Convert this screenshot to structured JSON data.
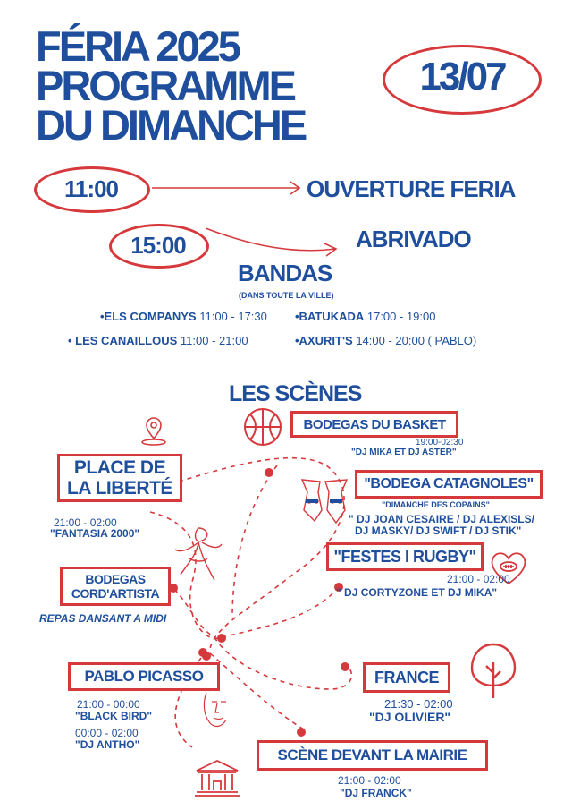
{
  "header": {
    "title_line1": "FÉRIA 2025",
    "title_line2": "PROGRAMME",
    "title_line3": "DU DIMANCHE",
    "date": "13/07"
  },
  "schedule": [
    {
      "time": "11:00",
      "event": "OUVERTURE FERIA"
    },
    {
      "time": "15:00",
      "event": "ABRIVADO"
    }
  ],
  "bandas": {
    "title": "BANDAS",
    "subtitle": "(DANS TOUTE LA VILLE)",
    "items": [
      {
        "name": "•ELS COMPANYS",
        "hours": " 11:00 - 17:30"
      },
      {
        "name": "•BATUKADA",
        "hours": " 17:00 - 19:00"
      },
      {
        "name": "• LES CANAILLOUS",
        "hours": "  11:00 - 21:00"
      },
      {
        "name": "•AXURIT'S",
        "hours": " 14:00 - 20:00 ( PABLO)"
      }
    ]
  },
  "scenes": {
    "title": "LES SCÈNES",
    "venues": [
      {
        "name": "BODEGAS DU BASKET",
        "time": "19:00-02:30",
        "djs": "\"DJ MIKA ET DJ ASTER\""
      },
      {
        "name": "PLACE DE LA LIBERTÉ",
        "time": "21:00 - 02:00",
        "djs": "\"FANTASIA 2000\""
      },
      {
        "name": "\"BODEGA CATAGNOLES\"",
        "note": "\"DIMANCHE DES COPAINS\"",
        "djs_line1": "\" DJ JOAN CESAIRE / DJ ALEXISLS/",
        "djs_line2": "DJ MASKY/ DJ SWIFT / DJ STIK\""
      },
      {
        "name": "BODEGAS CORD'ARTISTA",
        "note": "REPAS DANSANT A MIDI"
      },
      {
        "name": "\"FESTES I RUGBY\"",
        "time": "21:00 - 02:00",
        "djs": "\" DJ CORTYZONE ET DJ MIKA\""
      },
      {
        "name": "PABLO PICASSO",
        "time": "21:00 - 00:00",
        "djs": "\"BLACK BIRD\"",
        "time2": "00:00 - 02:00",
        "djs2": "\"DJ ANTHO\""
      },
      {
        "name": "FRANCE",
        "time": "21:30 - 02:00",
        "djs": "\"DJ OLIVIER\""
      },
      {
        "name": "SCÈNE DEVANT LA MAIRIE",
        "time": "21:00 - 02:00",
        "djs": "\"DJ FRANCK\""
      }
    ]
  },
  "colors": {
    "blue": "#1f4f9c",
    "red": "#d6393c"
  },
  "icons": [
    "map-pin-icon",
    "basketball-icon",
    "llama-icon",
    "dancer-icon",
    "rugby-heart-icon",
    "tree-icon",
    "face-icon",
    "town-hall-icon"
  ]
}
